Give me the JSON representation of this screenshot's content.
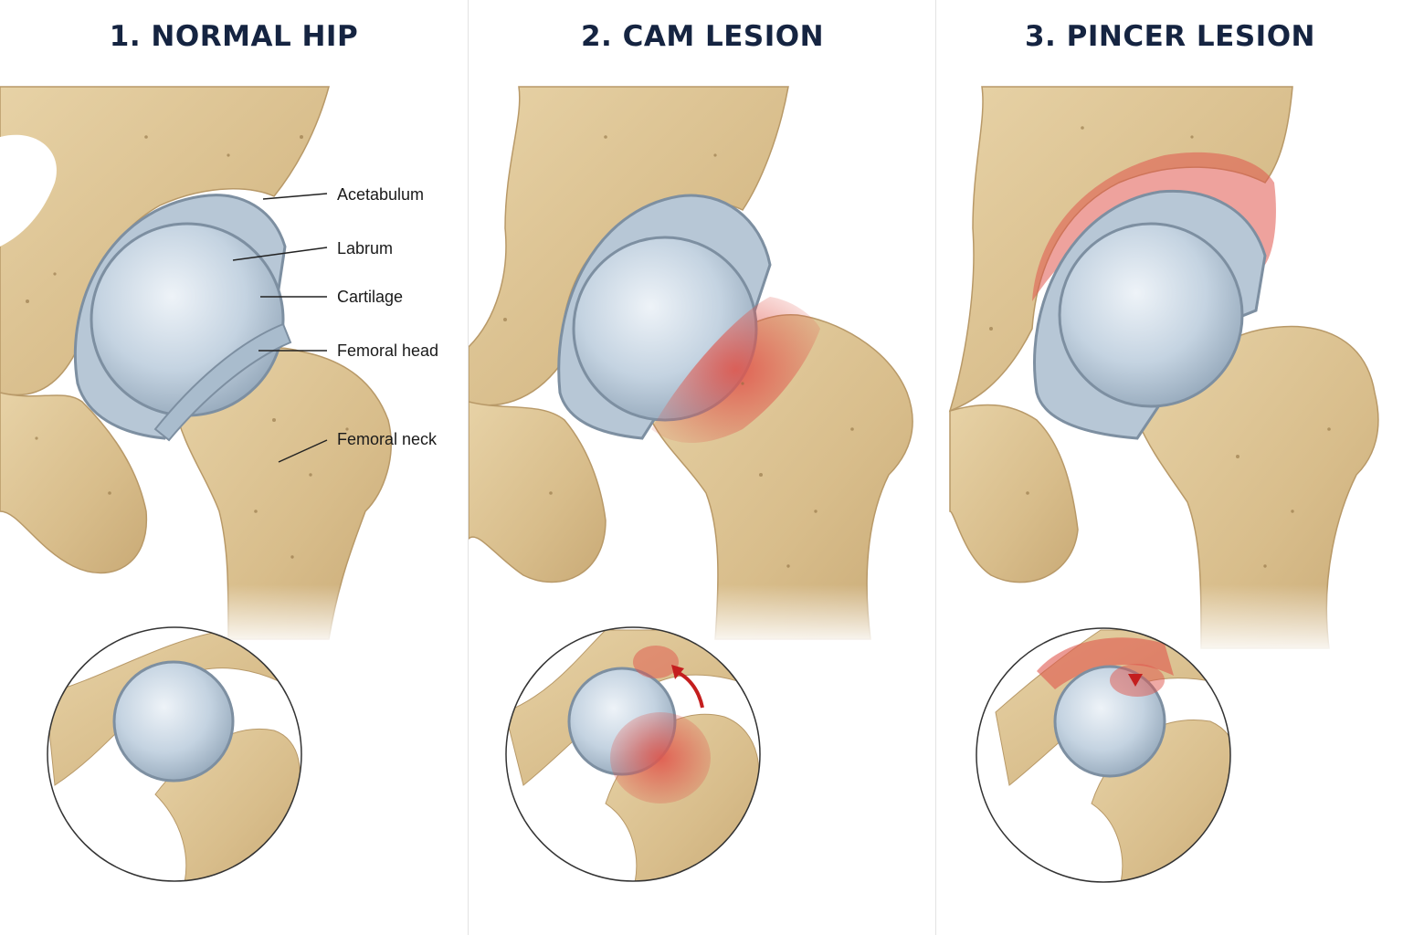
{
  "panels": [
    {
      "title": "1. NORMAL HIP",
      "state": "normal"
    },
    {
      "title": "2. CAM LESION",
      "state": "cam",
      "highlight_color": "#e0564c"
    },
    {
      "title": "3. PINCER LESION",
      "state": "pincer",
      "highlight_color": "#e0564c"
    }
  ],
  "labels": {
    "acetabulum": "Acetabulum",
    "labrum": "Labrum",
    "cartilage": "Cartilage",
    "femoral_head": "Femoral head",
    "femoral_neck": "Femoral neck"
  },
  "colors": {
    "bone": "#d9bf8e",
    "cartilage": "#c7d6e4",
    "labrum": "#aebfce",
    "lesion": "#e0564c",
    "title": "#152441"
  }
}
